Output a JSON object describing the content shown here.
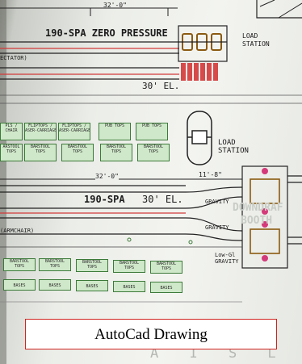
{
  "drawing": {
    "top_dim": "32'-0\"",
    "top_label": "190-SPA  ZERO PRESSURE",
    "collector_label": "ECTATOR)",
    "top_elev": "30' EL.",
    "load_station_1": [
      "LOAD",
      "STATION"
    ],
    "load_station_2": [
      "LOAD",
      "STATION"
    ],
    "green_row_1": [
      "PLS /\nCHAIR",
      "FLIPTOPS /\nASER-CARRIAGE",
      "FLIPTOPS /\nASER-CARRIAGE",
      "PUB TOPS",
      "PUB TOPS"
    ],
    "green_row_2": [
      "ARSTOOL\nTOPS",
      "BARSTOOL\nTOPS",
      "BARSTOOL\nTOPS",
      "BARSTOOL\nTOPS",
      "BARSTOOL\nTOPS"
    ],
    "mid_dim": "32'-0\"",
    "mid_dim_right": "11'-8\"",
    "mid_label": "190-SPA",
    "mid_elev": "30' EL.",
    "gravity_1": "GRAVITY",
    "gravity_2": "GRAVITY",
    "booth_label": [
      "DOWNDRAF",
      "BOOTH"
    ],
    "armchair_label": "(ARMCHAIR)",
    "low_gravity": [
      "Low-Gl",
      "GRAVITY"
    ],
    "green_row_3": [
      "BARSTOOL\nTOPS",
      "BARSTOOL\nTOPS",
      "BARSTOOL\nTOPS",
      "BARSTOOL\nTOPS",
      "BARSTOOL\nTOPS"
    ],
    "green_row_4": [
      "BASES",
      "BASES",
      "BASES",
      "BASES",
      "BASES"
    ],
    "aisle_label": "A I S L E"
  },
  "caption": "AutoCad Drawing"
}
